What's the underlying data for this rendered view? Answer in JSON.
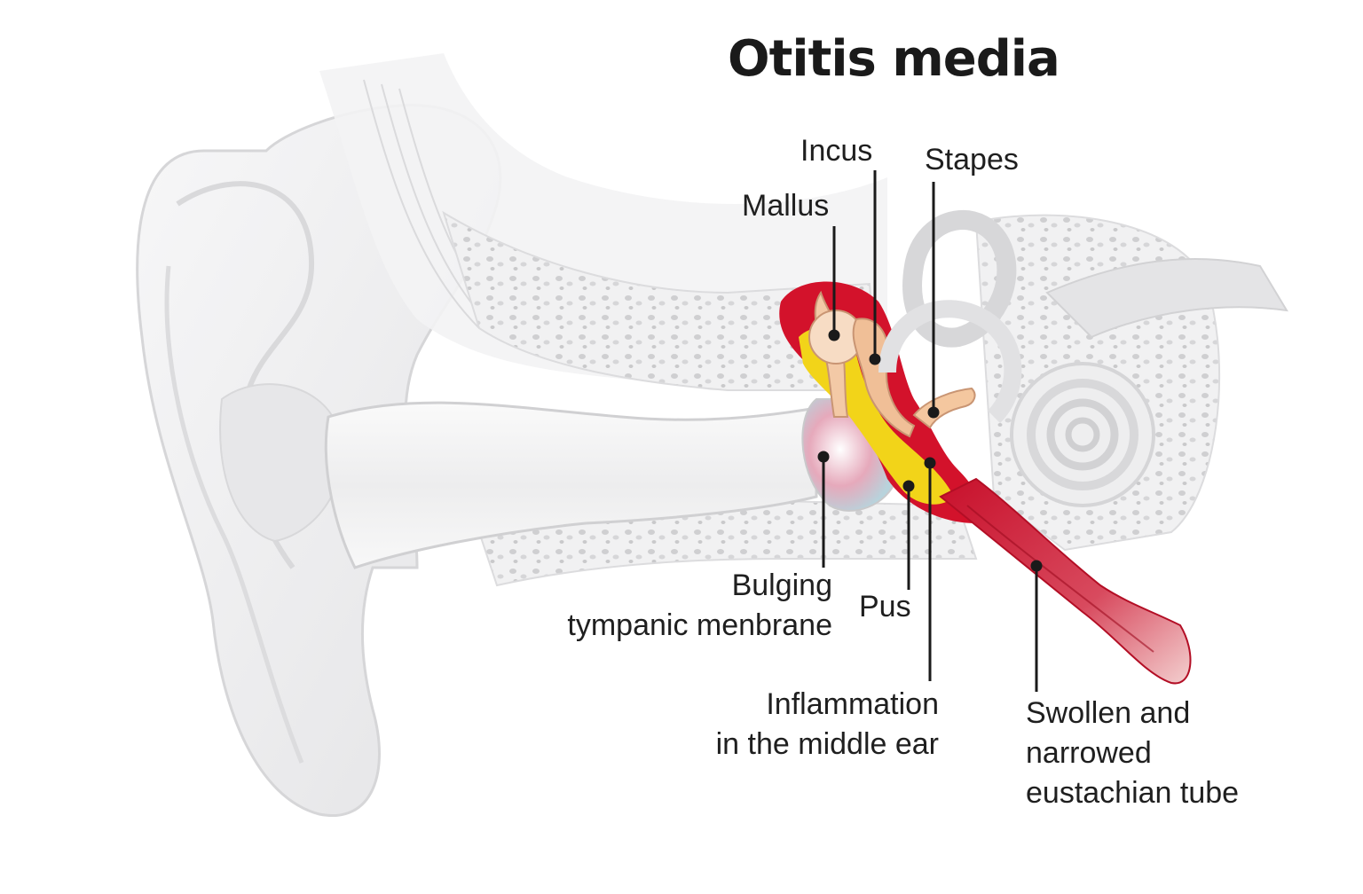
{
  "title": "Otitis media",
  "labels": {
    "incus": "Incus",
    "stapes": "Stapes",
    "mallus": "Mallus",
    "bulging_line1": "Bulging",
    "bulging_line2": "tympanic menbrane",
    "pus": "Pus",
    "inflammation_line1": "Inflammation",
    "inflammation_line2": "in the middle ear",
    "swollen_line1": "Swollen and",
    "swollen_line2": "narrowed",
    "swollen_line3": "eustachian tube"
  },
  "colors": {
    "inflammation_red": "#d3122b",
    "pus_yellow": "#f2d419",
    "tissue_gray": "#e9e9ea",
    "leader_line": "#1a1a1a"
  }
}
